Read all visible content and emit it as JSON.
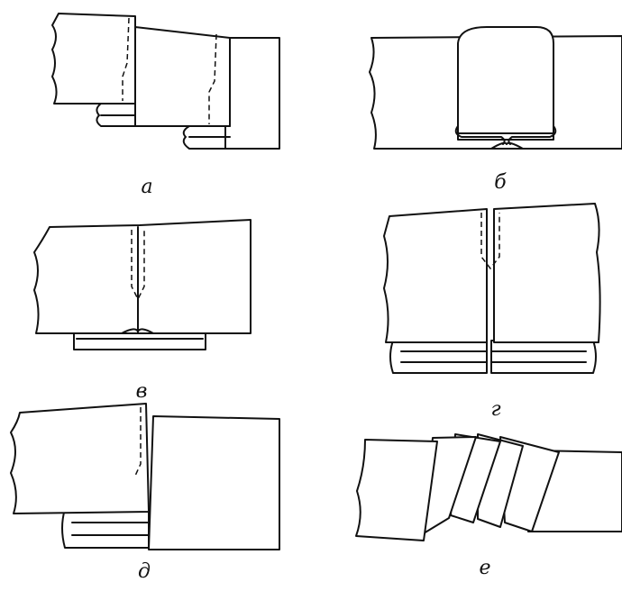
{
  "figure": {
    "panels": [
      {
        "label": "а"
      },
      {
        "label": "б"
      },
      {
        "label": "в"
      },
      {
        "label": "г"
      },
      {
        "label": "д"
      },
      {
        "label": "е"
      }
    ]
  }
}
